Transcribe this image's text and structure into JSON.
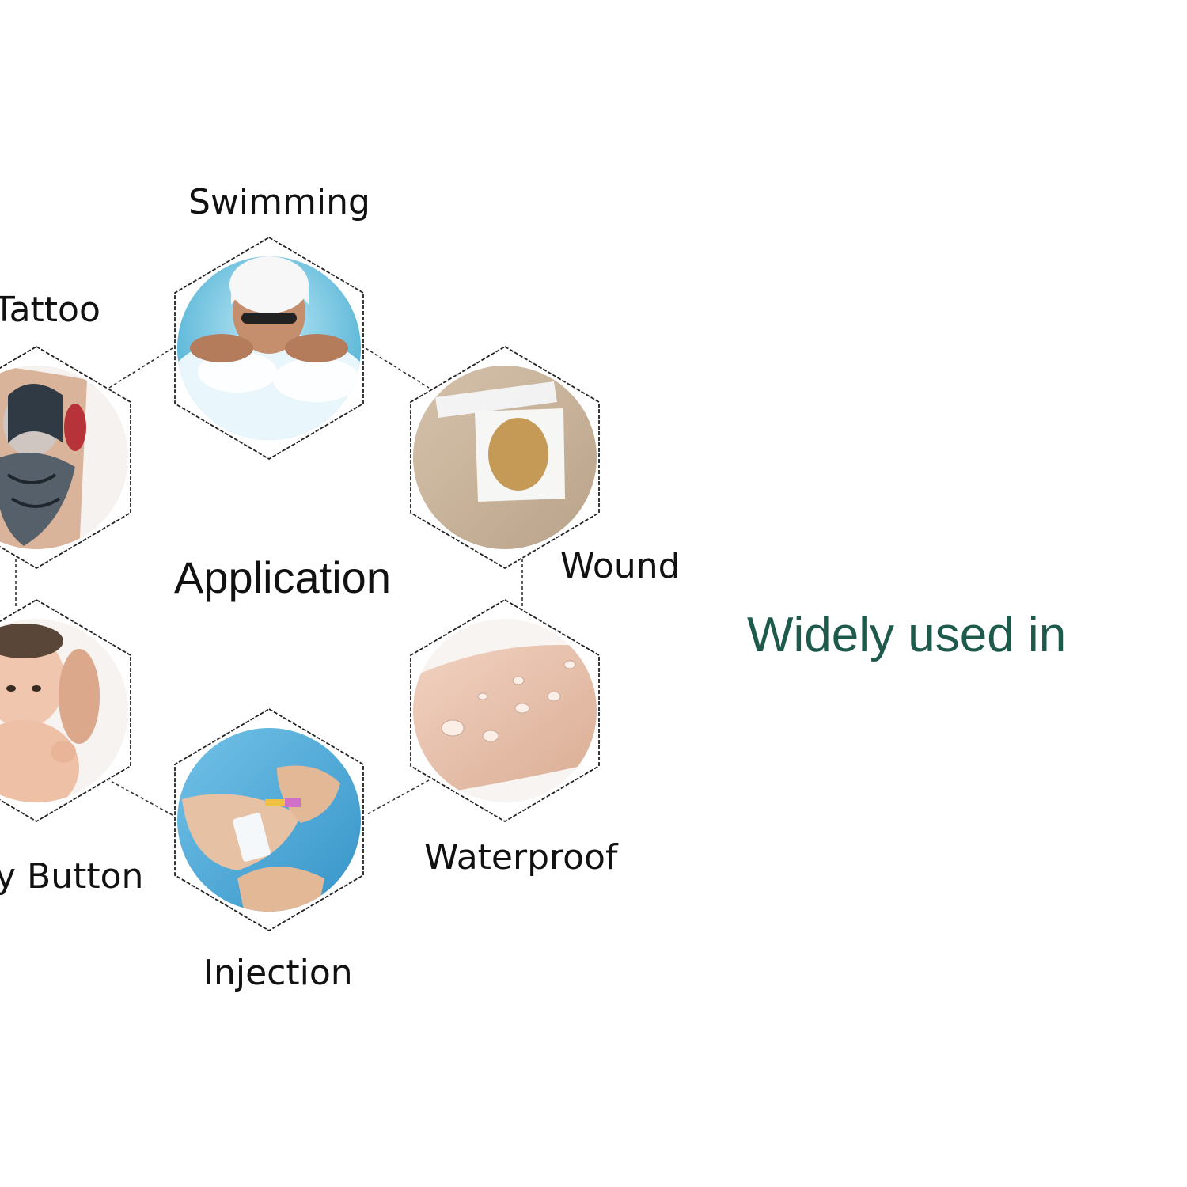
{
  "center_label": "Application",
  "tagline": "Widely used in",
  "items": [
    {
      "label": "Swimming",
      "photo": "swimmer-photo"
    },
    {
      "label": "Tattoo",
      "photo": "tattoo-arm-photo"
    },
    {
      "label": "Wound",
      "photo": "wound-dressing-photo"
    },
    {
      "label": "Waterproof",
      "photo": "water-droplets-skin-photo"
    },
    {
      "label": "Injection",
      "photo": "iv-injection-hand-photo"
    },
    {
      "label": "y Button",
      "photo": "baby-photo"
    }
  ],
  "colors": {
    "tagline": "#1e5a4c",
    "hex_border": "#222222"
  }
}
